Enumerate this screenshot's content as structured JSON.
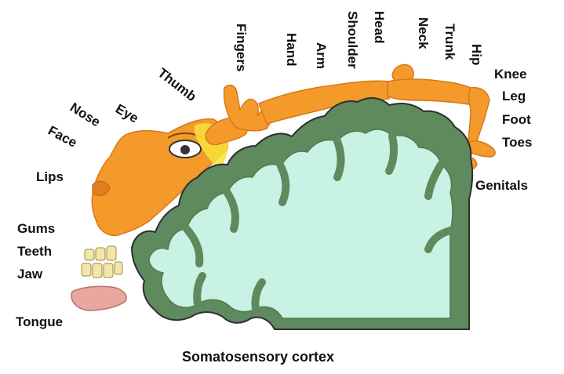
{
  "labels": {
    "thumb": "Thumb",
    "eye": "Eye",
    "nose": "Nose",
    "face": "Face",
    "lips": "Lips",
    "gums": "Gums",
    "teeth": "Teeth",
    "jaw": "Jaw",
    "tongue": "Tongue",
    "fingers": "Fingers",
    "hand": "Hand",
    "arm": "Arm",
    "shoulder": "Shoulder",
    "head": "Head",
    "neck": "Neck",
    "trunk": "Trunk",
    "hip": "Hip",
    "knee": "Knee",
    "leg": "Leg",
    "foot": "Foot",
    "toes": "Toes",
    "genitals": "Genitals"
  },
  "caption": "Somatosensory cortex",
  "colors": {
    "homunculus": "#F39A2B",
    "homunculus_outline": "#D9781A",
    "cortex_gray": "#5E8A5E",
    "cortex_white": "#C8F2E4",
    "outline": "#2E2E2E",
    "teeth": "#F3E6A6",
    "tongue": "#E8A8A0",
    "highlight": "#F7E23A"
  }
}
